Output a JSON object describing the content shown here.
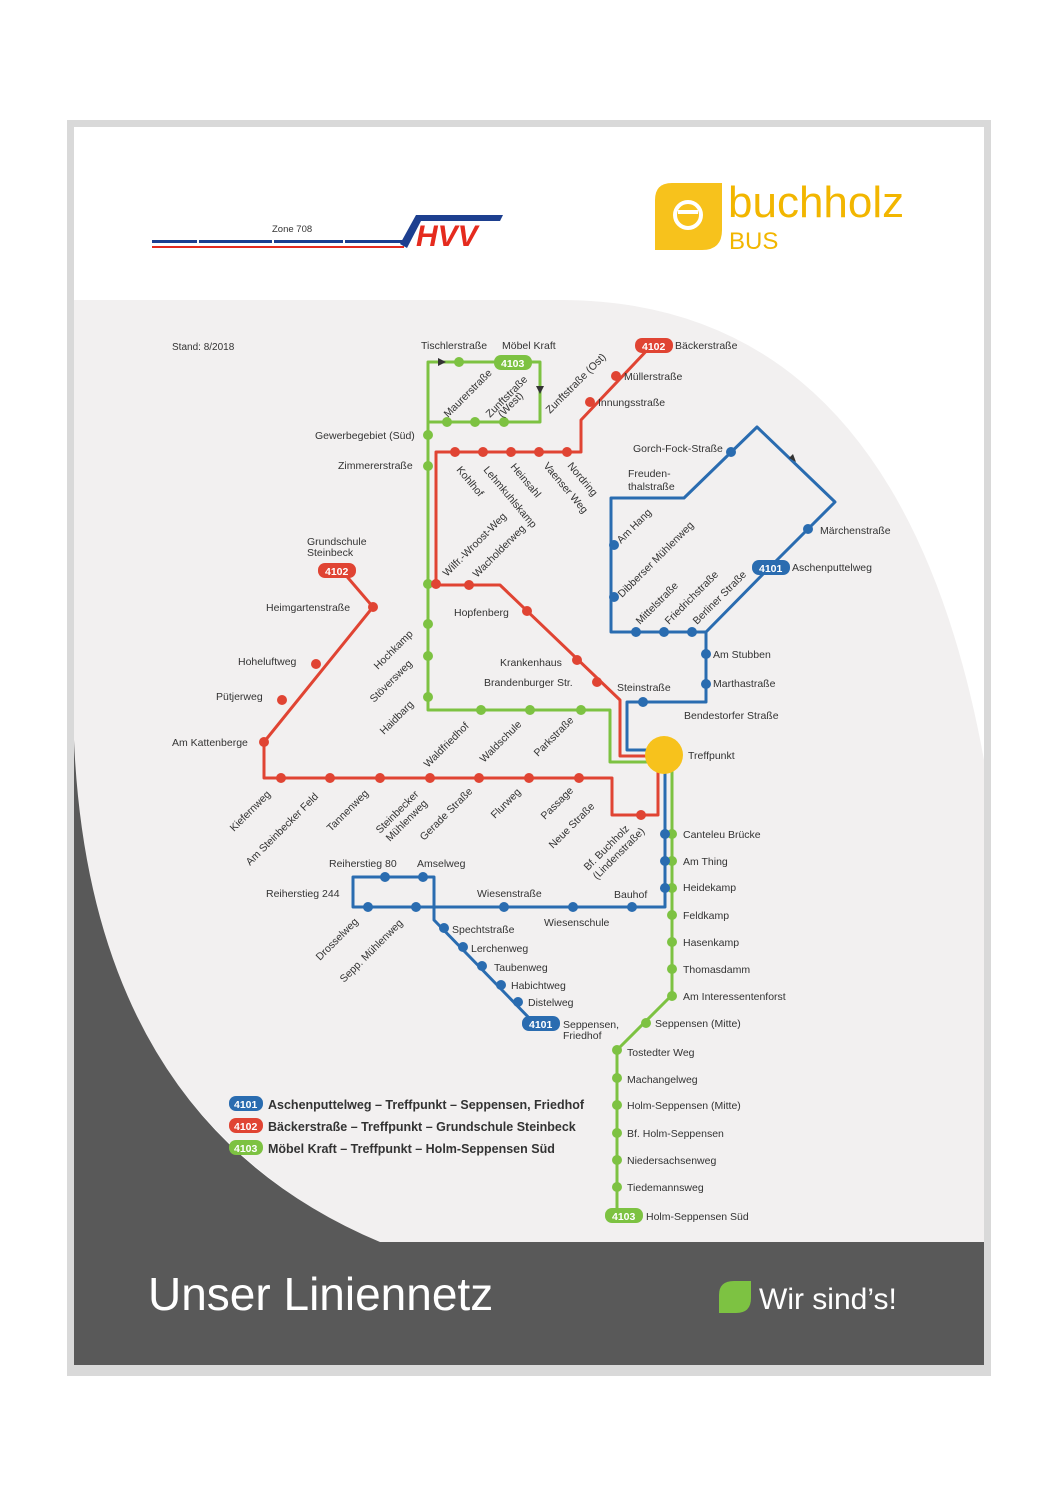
{
  "header": {
    "zone_label": "Zone 708",
    "hvv_logo": "HVV",
    "brand_name": "buchholz",
    "brand_sub": "BUS",
    "brand_icon": "bus-logo-icon"
  },
  "stand": "Stand:  8/2018",
  "footer": {
    "title": "Unser Liniennetz",
    "slogan": "Wir sind’s!",
    "leaf_icon": "leaf-icon"
  },
  "colors": {
    "line_4101": "#2a6cb0",
    "line_4102": "#e04433",
    "line_4103": "#7dc242",
    "hub": "#f7c21c",
    "footer_bg": "#595959",
    "map_bg": "#f2f0f0",
    "brand": "#f2b600"
  },
  "legend": [
    {
      "line": "4101",
      "text": "Aschenputtelweg – Treffpunkt – Seppensen, Friedhof"
    },
    {
      "line": "4102",
      "text": "Bäckerstraße – Treffpunkt – Grundschule Steinbeck"
    },
    {
      "line": "4103",
      "text": "Möbel Kraft – Treffpunkt – Holm-Seppensen Süd"
    }
  ],
  "line_badges": [
    {
      "line": "4103",
      "at": "Möbel Kraft"
    },
    {
      "line": "4102",
      "at": "Bäckerstraße"
    },
    {
      "line": "4102",
      "at": "Grundschule Steinbeck"
    },
    {
      "line": "4101",
      "at": "Aschenputtelweg"
    },
    {
      "line": "4101",
      "at": "Seppensen, Friedhof"
    },
    {
      "line": "4103",
      "at": "Holm-Seppensen Süd"
    }
  ],
  "hub": "Treffpunkt",
  "stops": {
    "tischlerstrasse": "Tischlerstraße",
    "moebel_kraft": "Möbel Kraft",
    "maurerstrasse": "Maurerstraße",
    "zunftstrasse_west_1": "Zunftstraße",
    "zunftstrasse_west_2": "(West)",
    "zunftstrasse_ost": "Zunftstraße (Ost)",
    "baeckerstrasse": "Bäckerstraße",
    "muellerstrasse": "Müllerstraße",
    "innungsstrasse": "Innungsstraße",
    "gewerbegebiet": "Gewerbegebiet (Süd)",
    "zimmererstrasse": "Zimmererstraße",
    "kohlhof": "Kohlhof",
    "lehmkuhlskamp": "Lehmkuhlskamp",
    "heinsahl": "Heinsahl",
    "vaenser_weg": "Vaenser Weg",
    "nordring": "Nordring",
    "gorch_fock": "Gorch-Fock-Straße",
    "freudenthal_1": "Freuden-",
    "freudenthal_2": "thalstraße",
    "am_hang": "Am Hang",
    "dibberser": "Dibberser Mühlenweg",
    "mittelstrasse": "Mittelstraße",
    "friedrichstrasse": "Friedrichstraße",
    "berliner": "Berliner Straße",
    "maerchenstrasse": "Märchenstraße",
    "aschenputtelweg": "Aschenputtelweg",
    "wilfr_wroost": "Wilfr.-Wroost-Weg",
    "wacholderweg": "Wacholderweg",
    "grundschule_1": "Grundschule",
    "grundschule_2": "Steinbeck",
    "heimgartenstrasse": "Heimgartenstraße",
    "hopfenberg": "Hopfenberg",
    "hochkamp": "Hochkamp",
    "stoeversweg": "Stöversweg",
    "haidbarg": "Haidbarg",
    "hoheluftweg": "Hoheluftweg",
    "puetjerweg": "Pütjerweg",
    "krankenhaus": "Krankenhaus",
    "brandenburger": "Brandenburger Str.",
    "steinstrasse": "Steinstraße",
    "am_stubben": "Am Stubben",
    "marthastrasse": "Marthastraße",
    "bendestorfer": "Bendestorfer Straße",
    "am_kattenberge": "Am Kattenberge",
    "waldfriedhof": "Waldfriedhof",
    "waldschule": "Waldschule",
    "parkstrasse": "Parkstraße",
    "kiefernweg": "Kiefernweg",
    "am_steinbecker_feld": "Am Steinbecker Feld",
    "tannenweg": "Tannenweg",
    "steinbecker_muehlenweg_1": "Steinbecker",
    "steinbecker_muehlenweg_2": "Mühlenweg",
    "gerade_strasse": "Gerade Straße",
    "flurweg": "Flurweg",
    "passage": "Passage",
    "neue_strasse": "Neue Straße",
    "bf_buchholz_1": "Bf. Buchholz",
    "bf_buchholz_2": "(Lindenstraße)",
    "canteleu": "Canteleu Brücke",
    "am_thing": "Am Thing",
    "heidekamp": "Heidekamp",
    "feldkamp": "Feldkamp",
    "hasenkamp": "Hasenkamp",
    "thomasdamm": "Thomasdamm",
    "am_interessentenforst": "Am Interessentenforst",
    "reiherstieg_80": "Reiherstieg 80",
    "amselweg": "Amselweg",
    "reiherstieg_244": "Reiherstieg 244",
    "wiesenstrasse": "Wiesenstraße",
    "bauhof": "Bauhof",
    "wiesenschule": "Wiesenschule",
    "drosselweg": "Drosselweg",
    "sepp_muehlenweg": "Sepp. Mühlenweg",
    "spechtstrasse": "Spechtstraße",
    "lerchenweg": "Lerchenweg",
    "taubenweg": "Taubenweg",
    "habichtweg": "Habichtweg",
    "distelweg": "Distelweg",
    "seppensen_friedhof_1": "Seppensen,",
    "seppensen_friedhof_2": "Friedhof",
    "seppensen_mitte": "Seppensen (Mitte)",
    "tostedter_weg": "Tostedter Weg",
    "machangelweg": "Machangelweg",
    "holm_seppensen_mitte": "Holm-Seppensen (Mitte)",
    "bf_holm_seppensen": "Bf. Holm-Seppensen",
    "niedersachsenweg": "Niedersachsenweg",
    "tiedemannsweg": "Tiedemannsweg",
    "holm_seppensen_sued": "Holm-Seppensen Süd"
  }
}
